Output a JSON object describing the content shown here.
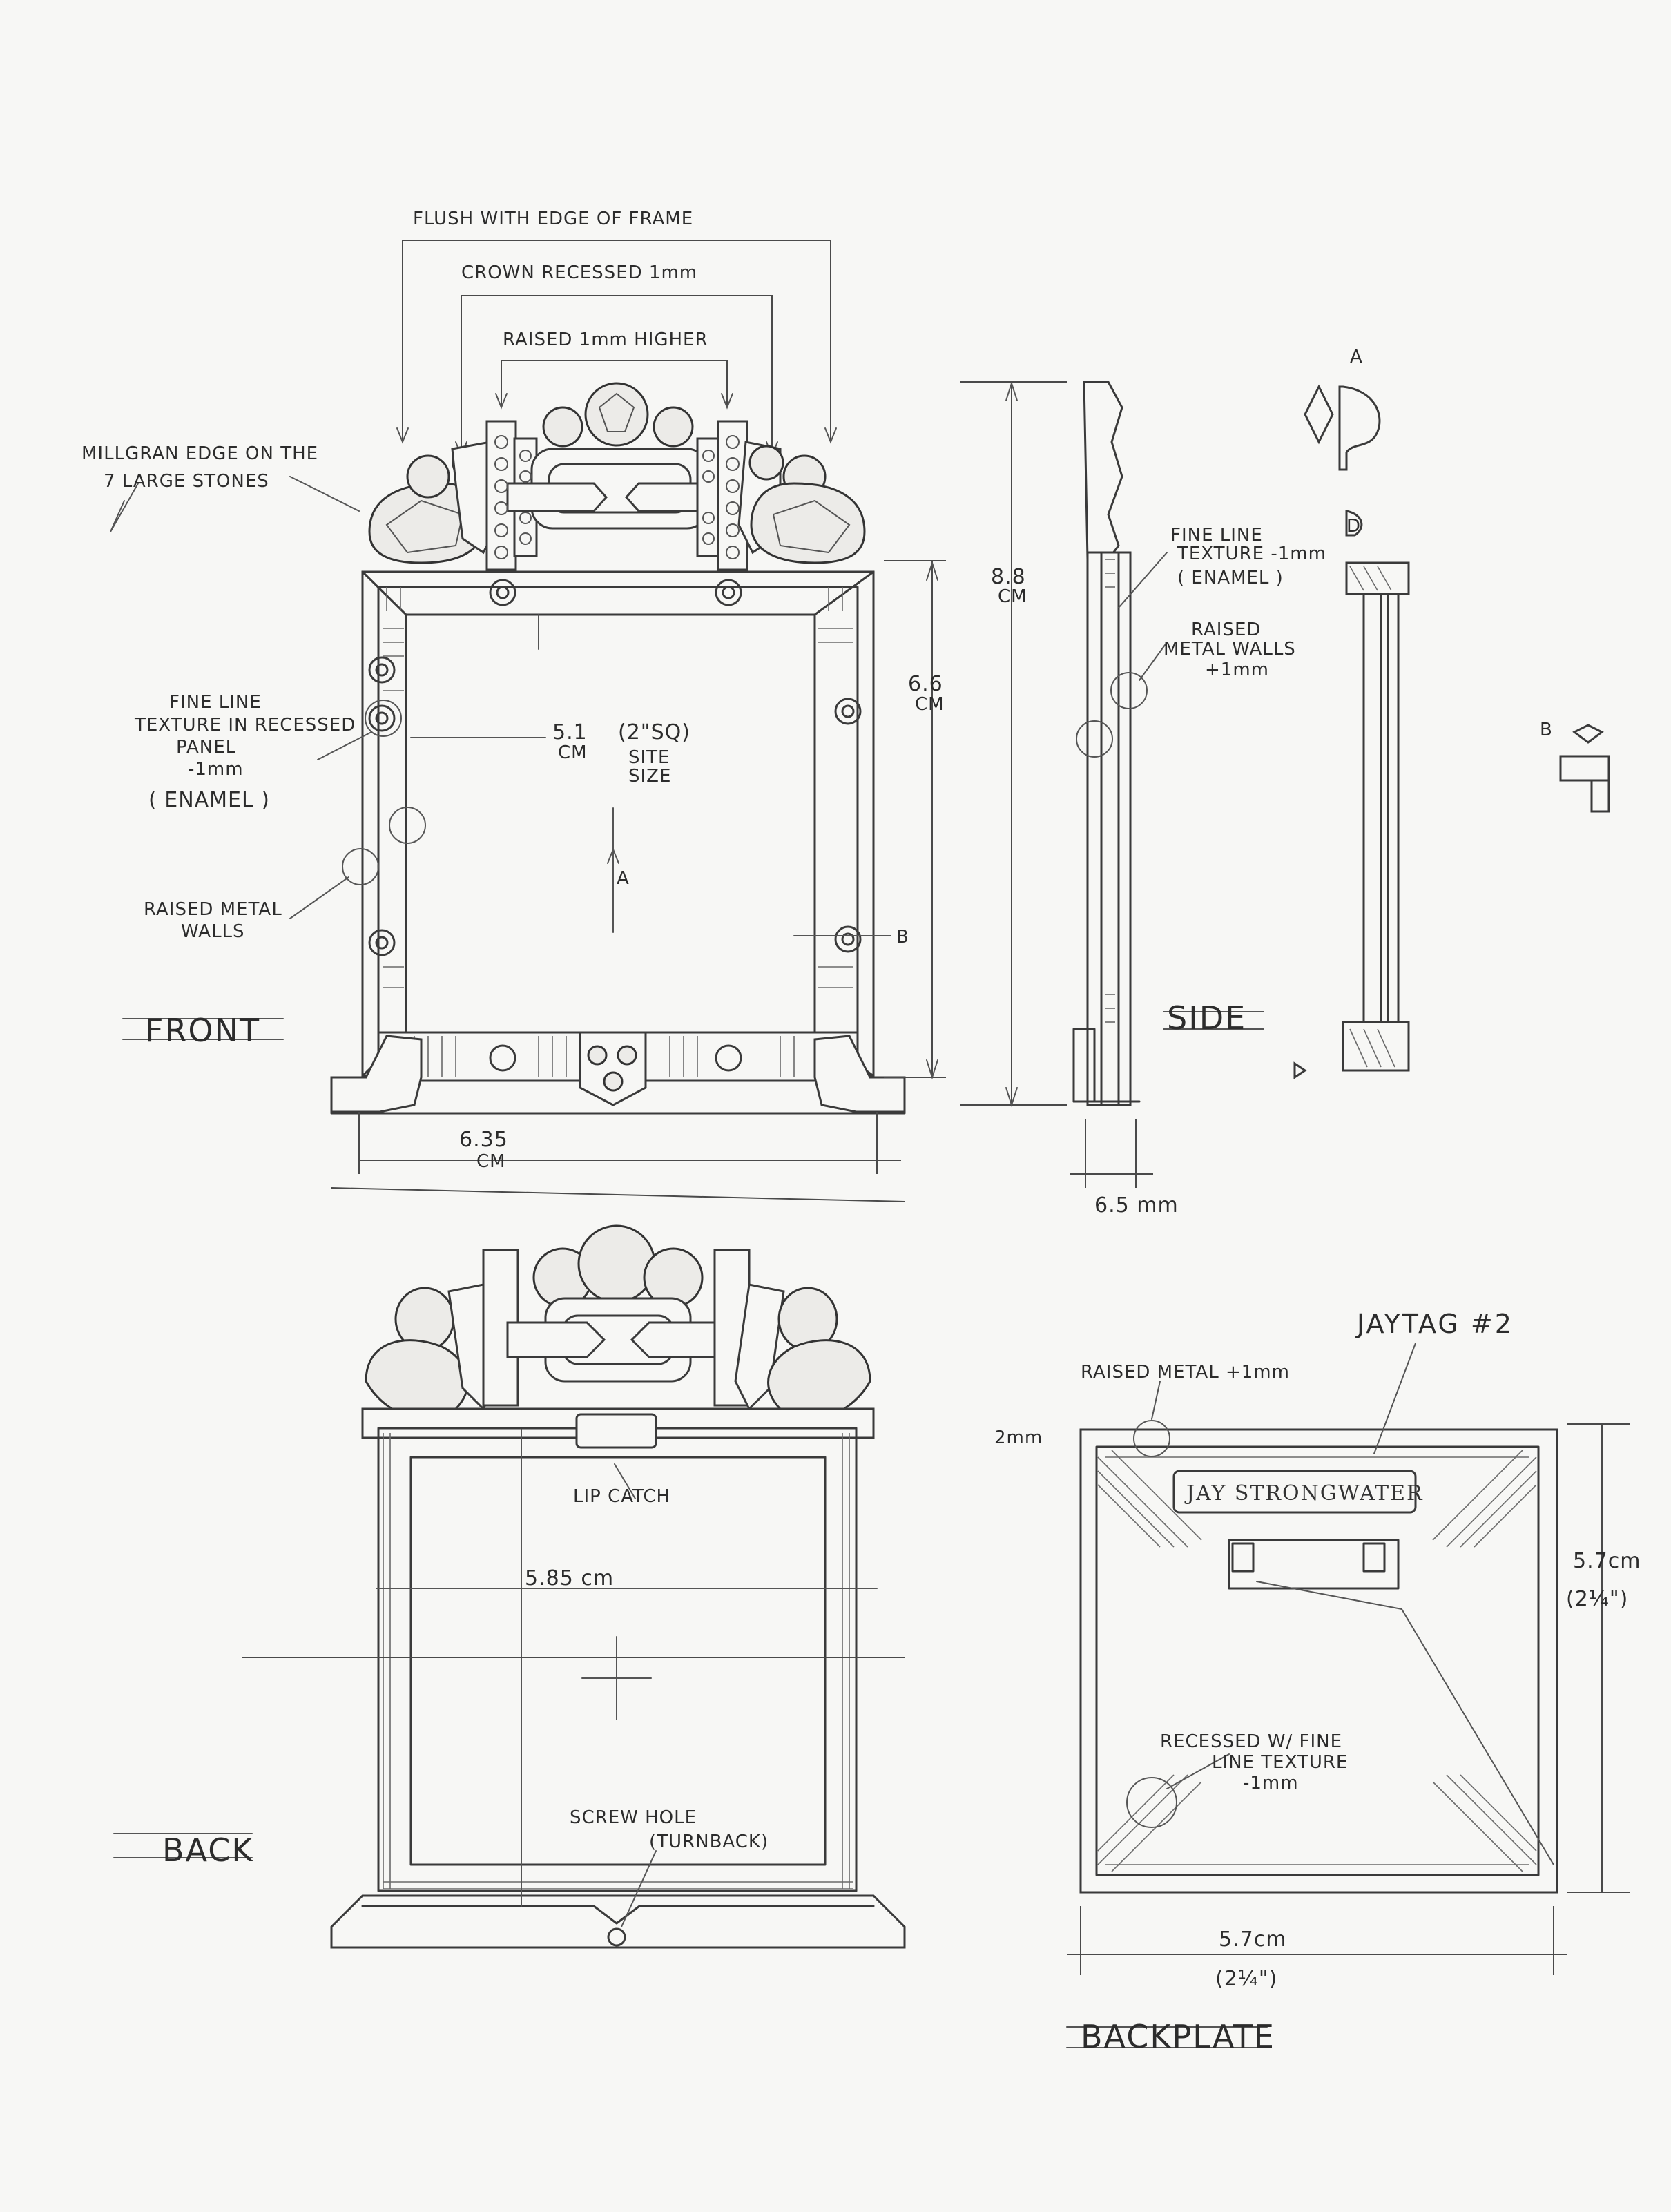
{
  "front": {
    "view_label": "FRONT",
    "flush_note": "FLUSH WITH EDGE OF FRAME",
    "crown_note": "CROWN RECESSED 1mm",
    "raised_note": "RAISED 1mm HIGHER",
    "milgrain_note_line1": "MILLGRAN EDGE ON THE",
    "milgrain_note_line2": "7 LARGE STONES",
    "texture_note_line1": "FINE LINE",
    "texture_note_line2": "TEXTURE IN RECESSED",
    "texture_note_line3": "PANEL",
    "texture_note_line4": "-1mm",
    "texture_note_line5": "( ENAMEL )",
    "walls_note_line1": "RAISED METAL",
    "walls_note_line2": "WALLS",
    "opening_dim": "5.1",
    "opening_unit": "CM",
    "sight_size_line1": "(2\"SQ)",
    "sight_size_line2": "SITE",
    "sight_size_line3": "SIZE",
    "height_dim": "8.8",
    "height_unit": "CM",
    "frame_height_dim": "6.6",
    "frame_height_unit": "CM",
    "width_dim": "6.35",
    "width_unit": "CM",
    "section_a": "A",
    "section_b": "B"
  },
  "side": {
    "view_label": "SIDE",
    "texture_note_line1": "FINE LINE",
    "texture_note_line2": "TEXTURE -1mm",
    "texture_note_line3": "( ENAMEL )",
    "walls_note_line1": "RAISED",
    "walls_note_line2": "METAL WALLS",
    "walls_note_line3": "+1mm",
    "depth_dim": "6.5 mm",
    "section_a_label": "A",
    "section_d_label": "D",
    "section_b_label": "B"
  },
  "back": {
    "view_label": "BACK",
    "lip_catch": "LIP CATCH",
    "inner_width_dim": "5.85 cm",
    "screw_hole_line1": "SCREW HOLE",
    "screw_hole_line2": "(TURNBACK)"
  },
  "backplate": {
    "view_label": "BACKPLATE",
    "tag_note": "JAYTAG #2",
    "brand": "JAY STRONGWATER",
    "raised_metal_note": "RAISED METAL +1mm",
    "edge_dim": "2mm",
    "height_dim_line1": "5.7cm",
    "height_dim_line2": "(2¼\")",
    "width_dim_line1": "5.7cm",
    "width_dim_line2": "(2¼\")",
    "recess_note_line1": "RECESSED W/ FINE",
    "recess_note_line2": "LINE TEXTURE",
    "recess_note_line3": "-1mm"
  }
}
